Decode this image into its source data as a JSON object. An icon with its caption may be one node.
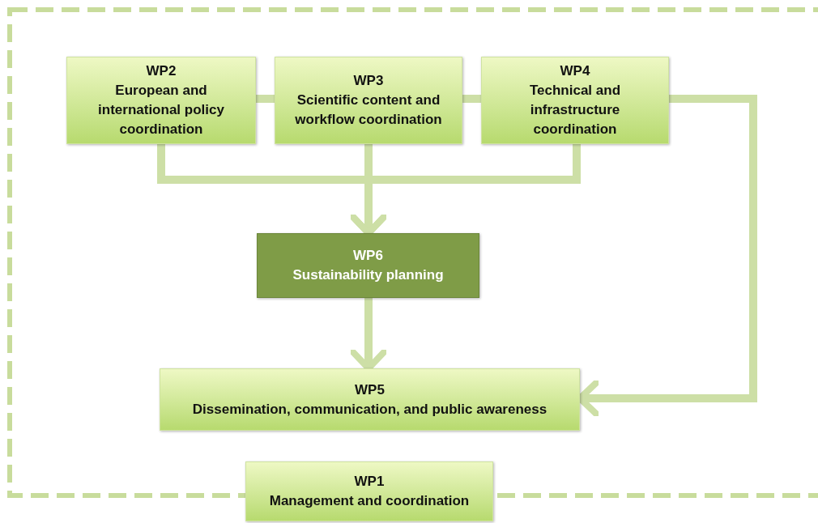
{
  "diagram": {
    "nodes": [
      {
        "text": [
          "WP2",
          "European and international policy coordination"
        ]
      },
      {
        "text": [
          "WP3",
          "Scientific content and workflow coordination"
        ]
      },
      {
        "text": [
          "WP4",
          "Technical and infrastructure coordination"
        ]
      },
      {
        "text": [
          "WP6",
          "Sustainability planning"
        ]
      },
      {
        "text": [
          "WP5",
          "Dissemination, communication, and public awareness"
        ]
      },
      {
        "text": [
          "WP1",
          "Management and coordination"
        ]
      }
    ],
    "edges": [
      {
        "from": 0,
        "to": 1,
        "arrow": "none"
      },
      {
        "from": 1,
        "to": 2,
        "arrow": "none"
      },
      {
        "from": 0,
        "to": 3,
        "arrow": "to"
      },
      {
        "from": 1,
        "to": 3,
        "arrow": "to"
      },
      {
        "from": 2,
        "to": 3,
        "arrow": "to"
      },
      {
        "from": 3,
        "to": 4,
        "arrow": "to"
      },
      {
        "from": 2,
        "to": 4,
        "arrow": "to"
      }
    ]
  }
}
